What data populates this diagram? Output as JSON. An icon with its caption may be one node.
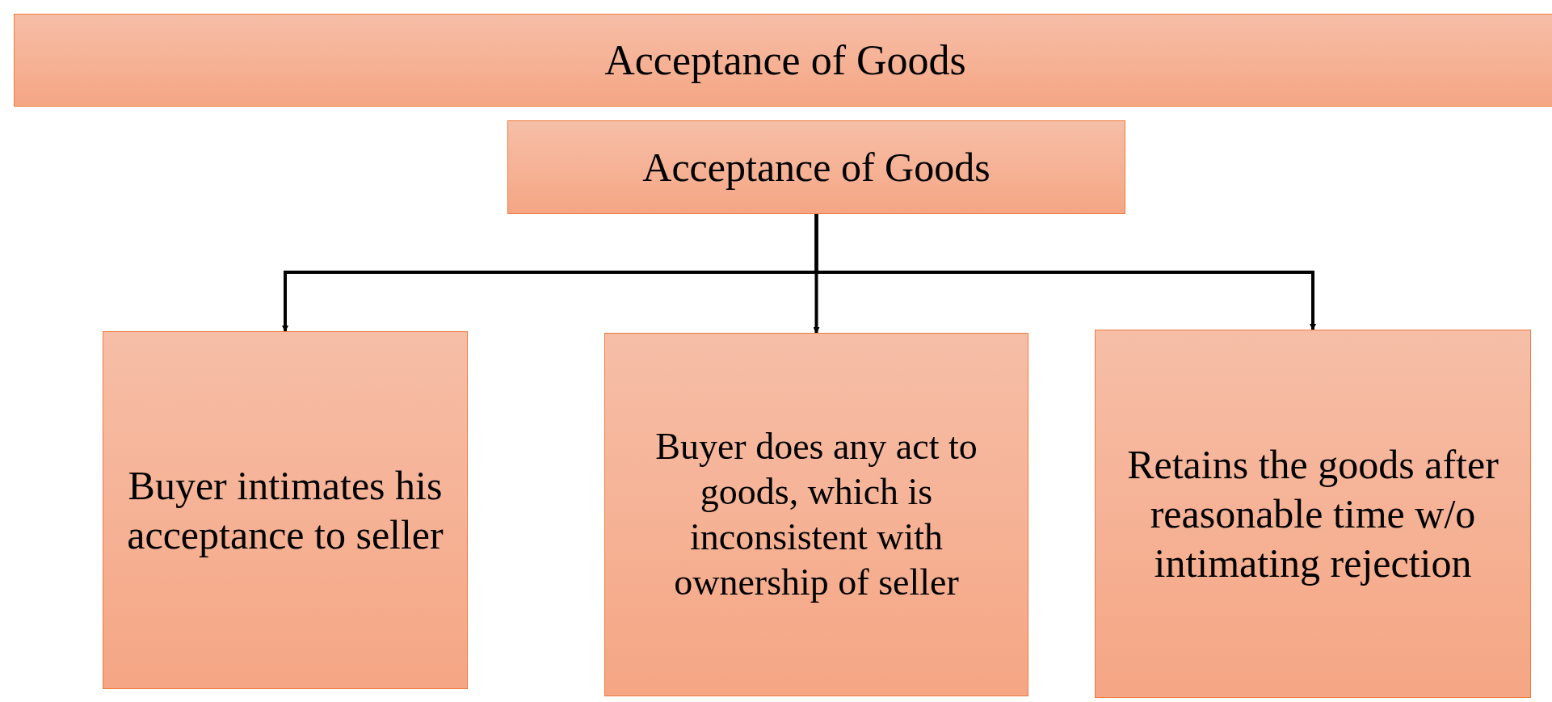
{
  "diagram": {
    "title": "Acceptance of Goods",
    "nodes": [
      {
        "text": [
          "Acceptance of Goods"
        ]
      },
      {
        "text": [
          "Buyer intimates his acceptance to seller"
        ]
      },
      {
        "text": [
          "Buyer does any act to goods, which is inconsistent with ownership of seller"
        ]
      },
      {
        "text": [
          "Retains the goods after reasonable time w/o intimating rejection"
        ]
      }
    ],
    "edges": [
      {
        "from": 0,
        "to": 1,
        "arrow": "to"
      },
      {
        "from": 0,
        "to": 2,
        "arrow": "to"
      },
      {
        "from": 0,
        "to": 3,
        "arrow": "to"
      }
    ]
  }
}
